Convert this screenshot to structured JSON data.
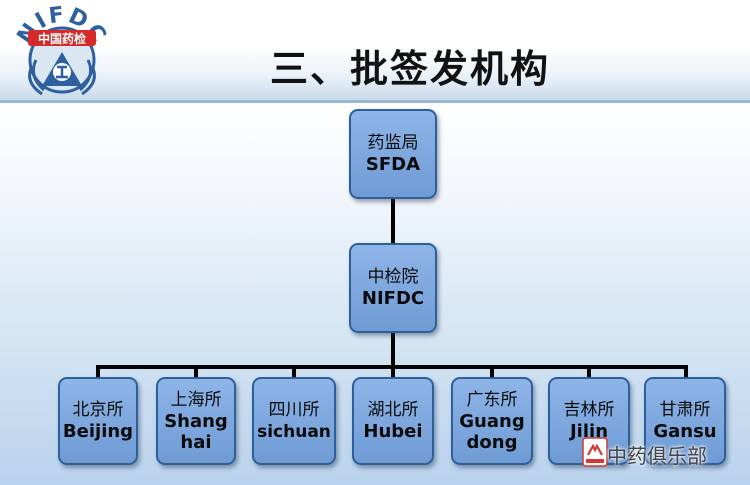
{
  "slide": {
    "title": "三、批签发机构",
    "logo": {
      "arc_text": "NIFDC",
      "band_text": "中国药检",
      "icon": "nifdc-emblem-icon"
    }
  },
  "org_chart": {
    "root": {
      "zh": "药监局",
      "en": "SFDA"
    },
    "middle": {
      "zh": "中检院",
      "en": "NIFDC"
    },
    "branches": [
      {
        "zh": "北京所",
        "en": "Beijing"
      },
      {
        "zh": "上海所",
        "en": "Shang hai"
      },
      {
        "zh": "四川所",
        "en": "sichuan"
      },
      {
        "zh": "湖北所",
        "en": "Hubei"
      },
      {
        "zh": "广东所",
        "en": "Guang dong"
      },
      {
        "zh": "吉林所",
        "en": "Jilin"
      },
      {
        "zh": "甘肃所",
        "en": "Gansu"
      }
    ]
  },
  "watermark": {
    "text": "中药俱乐部",
    "icon": "wechat-account-icon"
  },
  "colors": {
    "box_fill": "#7fa9e0",
    "box_border": "#2f5f9a",
    "connector": "#000000",
    "logo_blue": "#2e5f9e",
    "logo_red": "#d42a2a"
  }
}
